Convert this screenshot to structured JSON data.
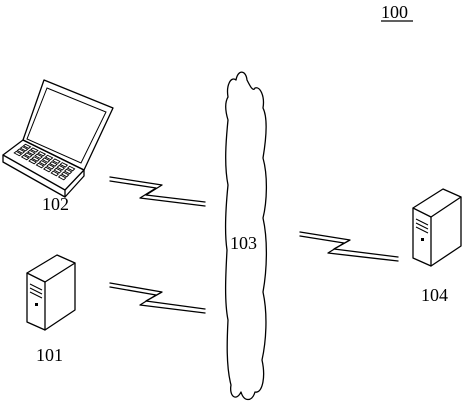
{
  "figure_label": "100",
  "nodes": {
    "laptop": {
      "label": "102",
      "icon": "laptop-icon"
    },
    "server_left": {
      "label": "101",
      "icon": "server-tower-icon"
    },
    "network": {
      "label": "103",
      "icon": "cloud-icon"
    },
    "server_right": {
      "label": "104",
      "icon": "server-tower-icon"
    }
  },
  "links": [
    {
      "from": "102",
      "to": "103",
      "type": "wireless"
    },
    {
      "from": "101",
      "to": "103",
      "type": "wireless"
    },
    {
      "from": "104",
      "to": "103",
      "type": "wireless"
    }
  ]
}
